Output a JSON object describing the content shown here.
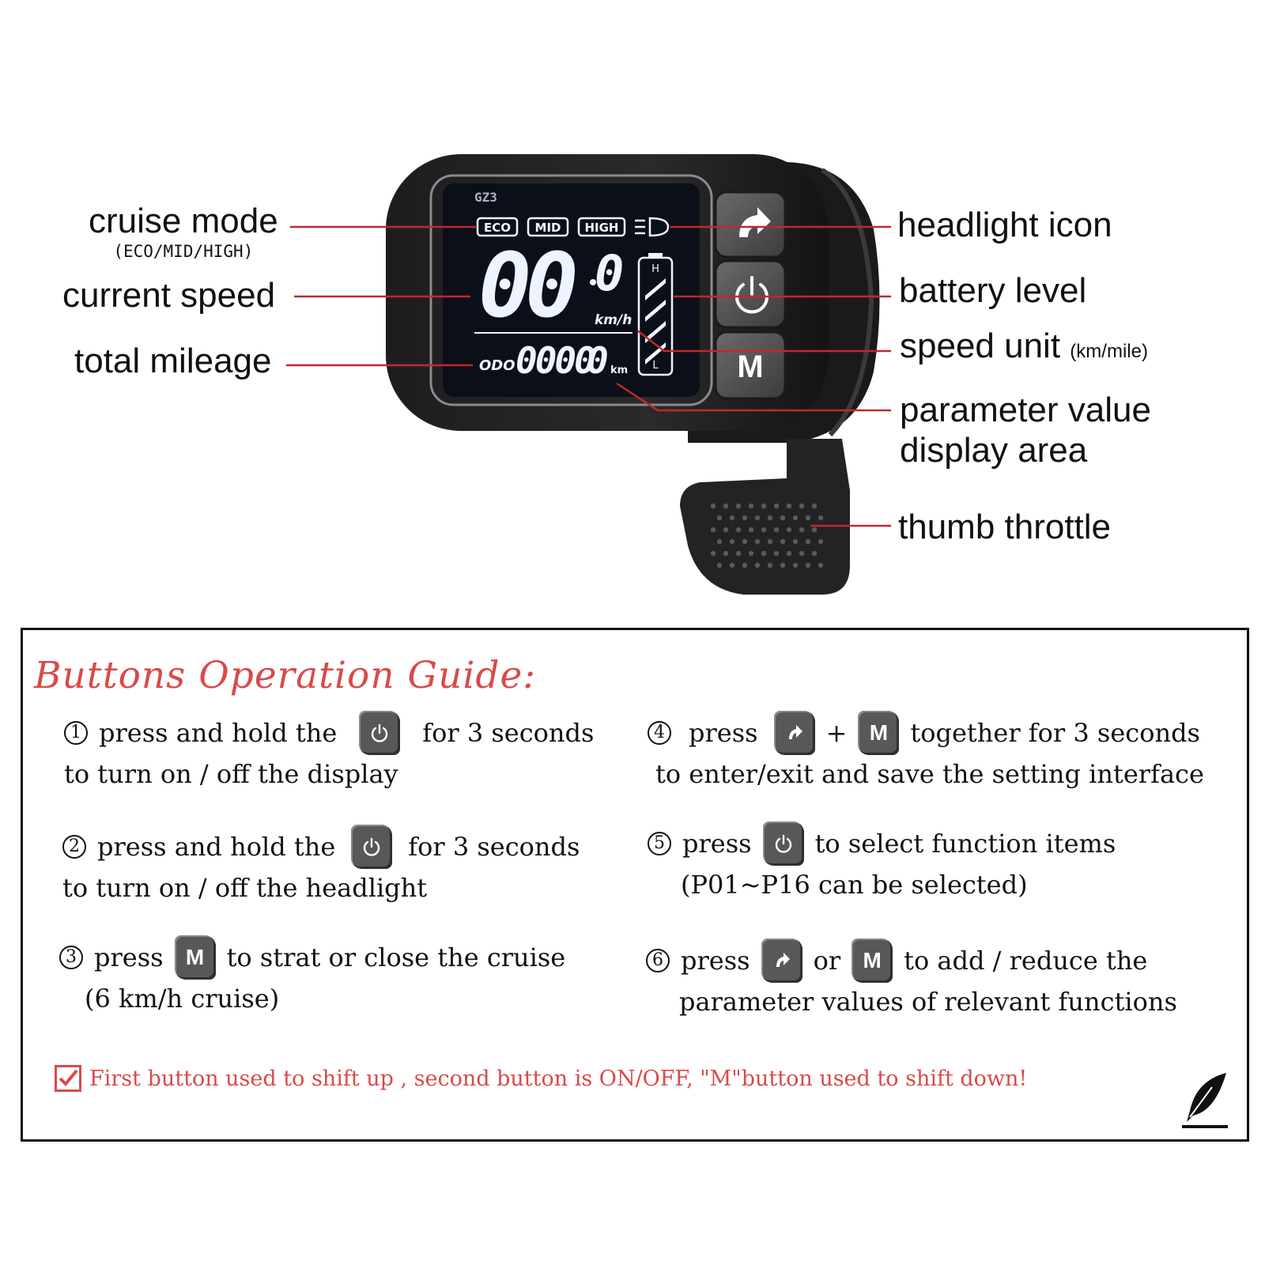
{
  "device": {
    "brand": "GZ3",
    "screen": {
      "modes": [
        "ECO",
        "MID",
        "HIGH"
      ],
      "speed_value": "00",
      "speed_decimal": "0",
      "speed_unit": "km/h",
      "odo_label": "ODO",
      "odo_value": "0000",
      "odo_decimal": "0",
      "odo_unit": "km",
      "battery_high": "H",
      "battery_low": "L"
    },
    "buttons": {
      "m_label": "M"
    }
  },
  "callouts": {
    "cruise_mode": "cruise mode",
    "cruise_mode_sub": "(ECO/MID/HIGH)",
    "current_speed": "current speed",
    "total_mileage": "total mileage",
    "headlight_icon": "headlight icon",
    "battery_level": "battery level",
    "speed_unit": "speed unit",
    "speed_unit_sub": "(km/mile)",
    "parameter_value_1": "parameter value",
    "parameter_value_2": "display area",
    "thumb_throttle": "thumb throttle"
  },
  "guide": {
    "title": "Buttons Operation Guide:",
    "steps": [
      {
        "num": "1",
        "pre": "press and hold the",
        "button": "power-icon",
        "post": "for 3 seconds",
        "line2": "to turn on / off the display"
      },
      {
        "num": "2",
        "pre": "press and hold the",
        "button": "power-icon",
        "post": "for 3 seconds",
        "line2": "to turn on / off  the headlight"
      },
      {
        "num": "3",
        "pre": "press",
        "button": "M",
        "post": "to strat or close the cruise",
        "line2": "(6 km/h cruise)"
      },
      {
        "num": "4",
        "pre": "press",
        "button": "up-arrow-icon",
        "joiner": "+",
        "button2": "M",
        "post": "together for 3 seconds",
        "line2": "to enter/exit and save the setting interface"
      },
      {
        "num": "5",
        "pre": "press",
        "button": "power-icon",
        "post": "to select function items",
        "line2": "(P01~P16 can be selected)"
      },
      {
        "num": "6",
        "pre": "press",
        "button": "up-arrow-icon",
        "joiner": "or",
        "button2": "M",
        "post": "to  add / reduce the",
        "line2": "parameter values of relevant functions"
      }
    ],
    "note": "First button used to shift up , second button is ON/OFF, \"M\"button used to shift down!"
  },
  "colors": {
    "accent_red": "#d94a4a",
    "leader_red": "#c0282e",
    "lcd_bg": "#0b0f18",
    "lcd_segment": "#eef4ff"
  }
}
